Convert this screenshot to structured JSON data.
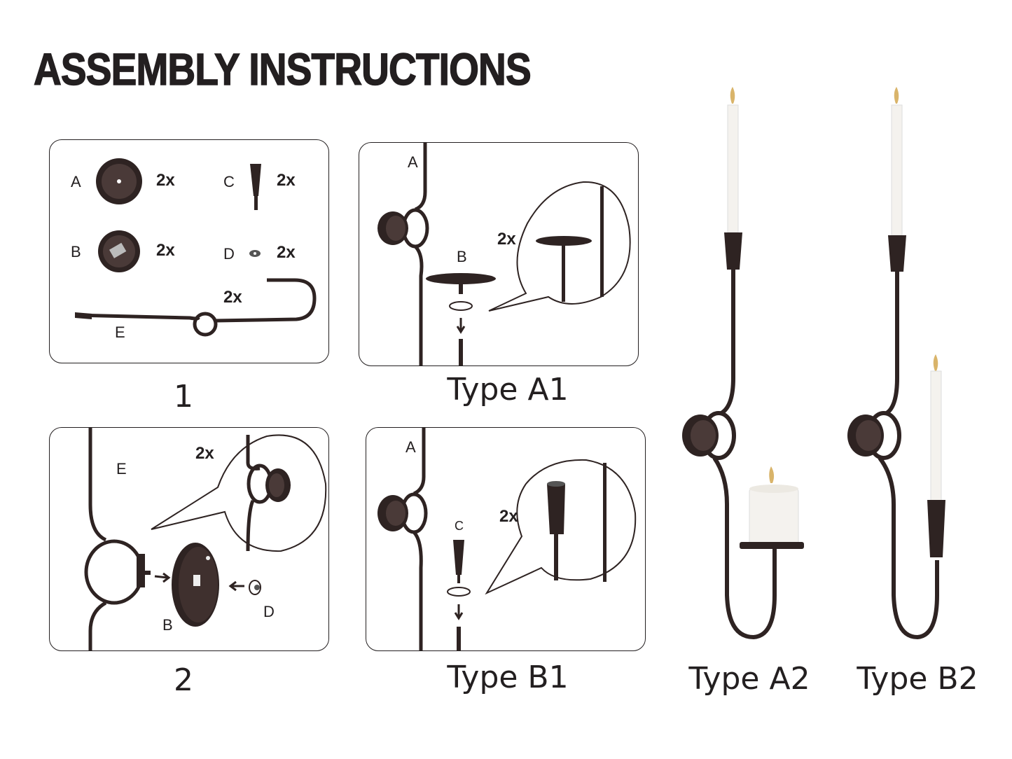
{
  "title": "ASSEMBLY INSTRUCTIONS",
  "panel1": {
    "caption": "1",
    "parts": [
      {
        "letter": "A",
        "qty": "2x"
      },
      {
        "letter": "B",
        "qty": "2x"
      },
      {
        "letter": "C",
        "qty": "2x"
      },
      {
        "letter": "D",
        "qty": "2x"
      }
    ],
    "arm": {
      "letter": "E",
      "qty": "2x"
    }
  },
  "panel2": {
    "caption": "2",
    "label_e": "E",
    "label_b": "B",
    "label_d": "D",
    "qty": "2x"
  },
  "panelA1": {
    "caption": "Type A1",
    "label_a": "A",
    "label_b": "B",
    "qty": "2x"
  },
  "panelB1": {
    "caption": "Type B1",
    "label_a": "A",
    "label_c": "C",
    "qty": "2x"
  },
  "typeA2": {
    "caption": "Type A2"
  },
  "typeB2": {
    "caption": "Type B2"
  },
  "colors": {
    "ink": "#231f20",
    "metal": "#3a2a28",
    "candle": "#f4f2ee"
  }
}
